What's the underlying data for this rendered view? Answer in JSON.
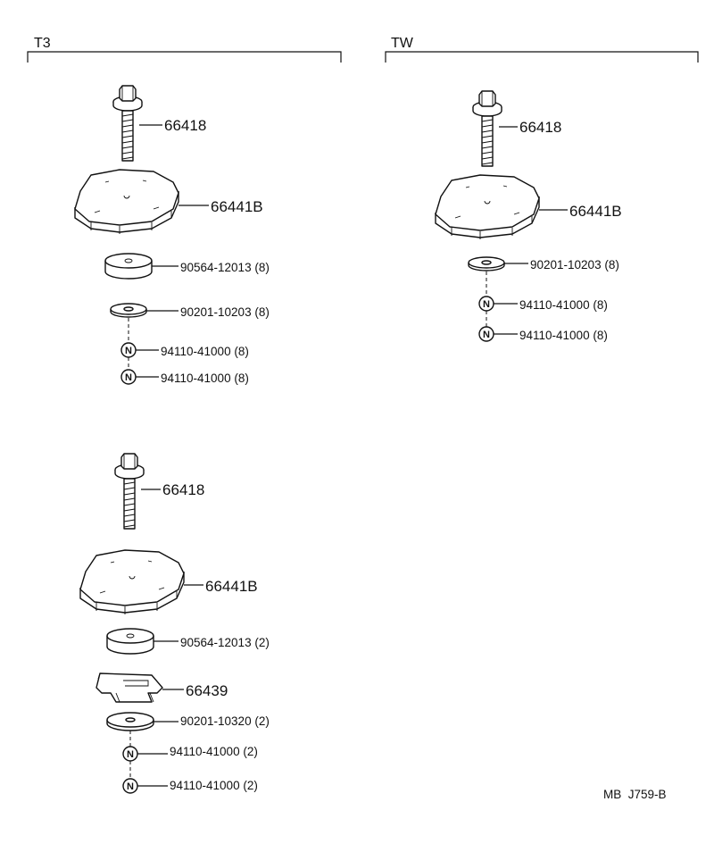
{
  "sections": {
    "t3_title": "T3",
    "tw_title": "TW"
  },
  "nut_letter": "N",
  "t3_upper": {
    "bolt": "66418",
    "cap": "66441B",
    "spacer": "90564-12013 (8)",
    "washer": "90201-10203 (8)",
    "nut1": "94110-41000 (8)",
    "nut2": "94110-41000 (8)"
  },
  "t3_lower": {
    "bolt": "66418",
    "cap": "66441B",
    "spacer": "90564-12013 (2)",
    "bracket": "66439",
    "washer": "90201-10320 (2)",
    "nut1": "94110-41000 (2)",
    "nut2": "94110-41000 (2)"
  },
  "tw": {
    "bolt": "66418",
    "cap": "66441B",
    "washer": "90201-10203 (8)",
    "nut1": "94110-41000 (8)",
    "nut2": "94110-41000 (8)"
  },
  "footer_code": "MB  J759-B"
}
